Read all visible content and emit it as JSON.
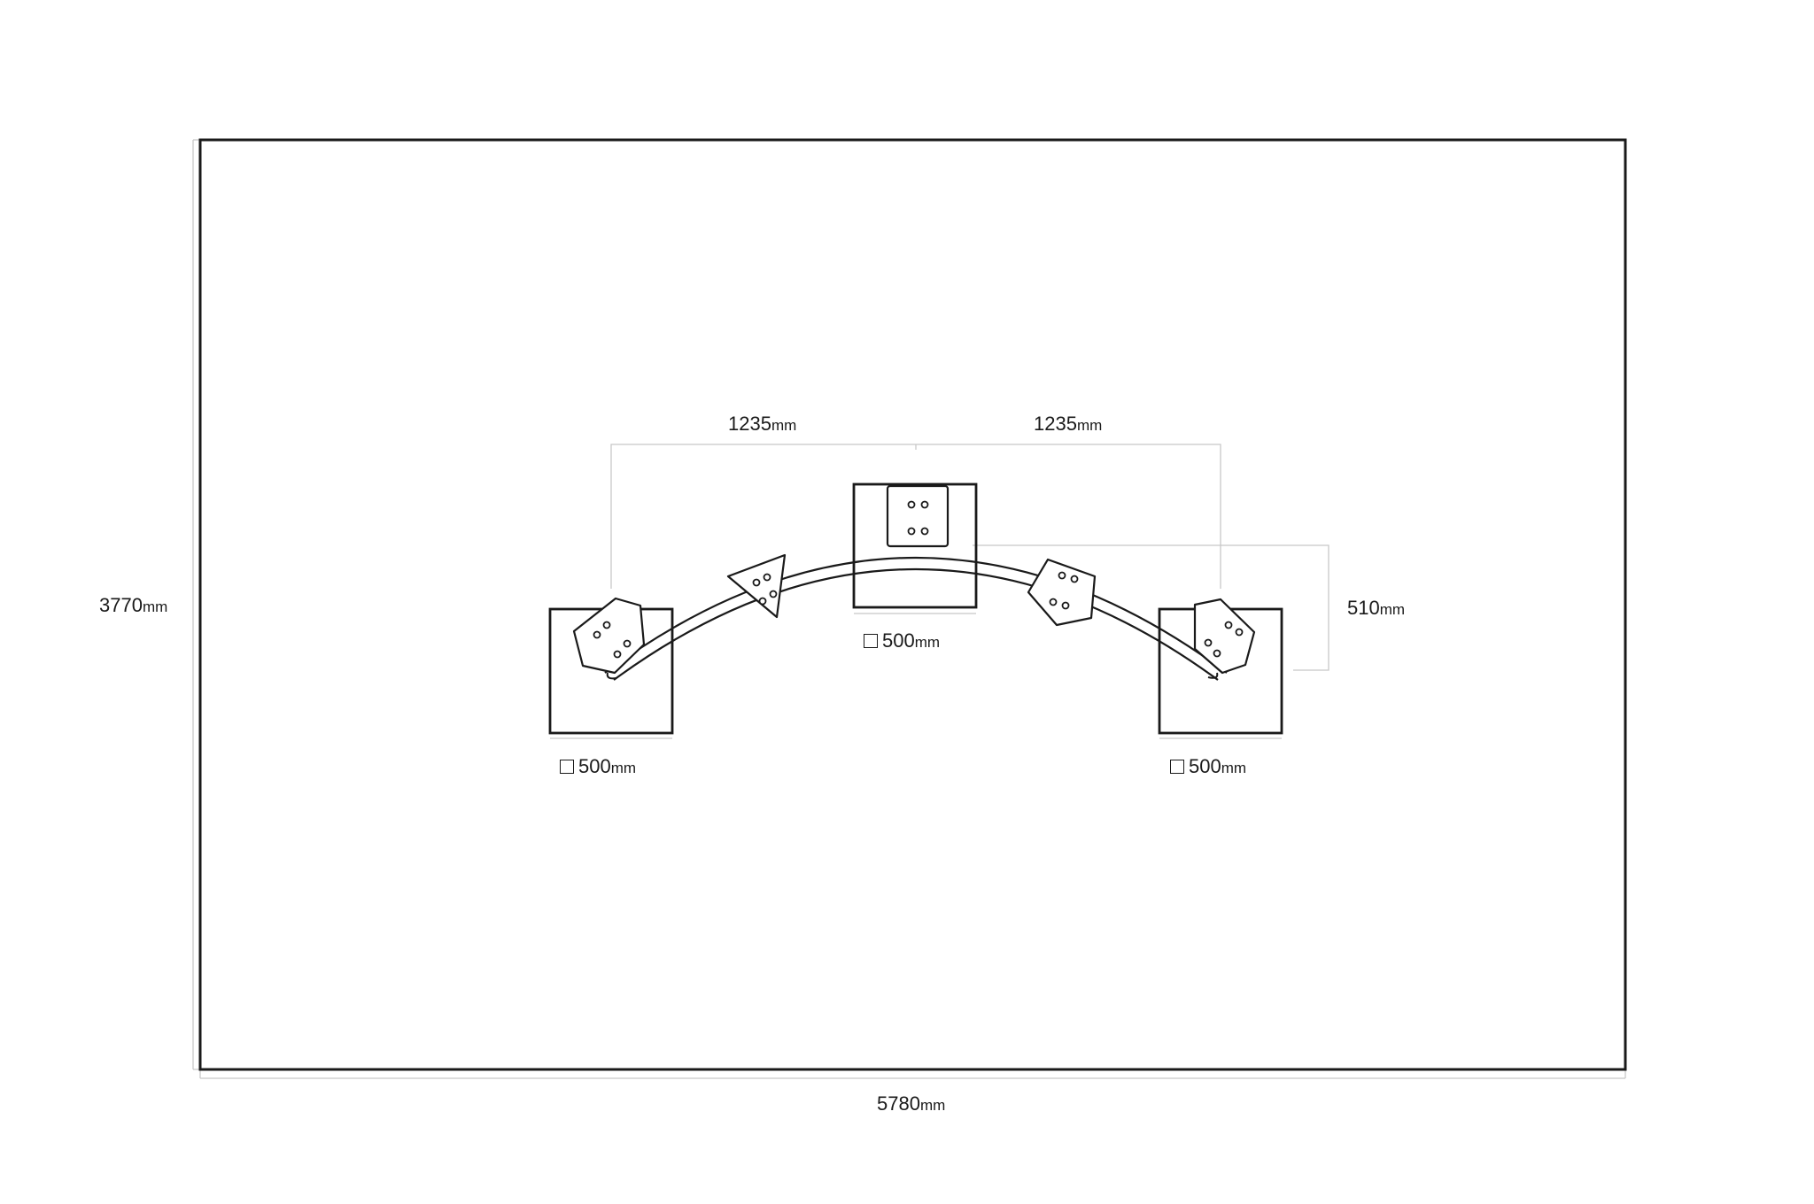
{
  "dimensions": {
    "total_width": {
      "value": "5780",
      "unit": "mm"
    },
    "total_height": {
      "value": "3770",
      "unit": "mm"
    },
    "spacing_left": {
      "value": "1235",
      "unit": "mm"
    },
    "spacing_right": {
      "value": "1235",
      "unit": "mm"
    },
    "height_offset": {
      "value": "510",
      "unit": "mm"
    },
    "footing_left": {
      "value": "500",
      "unit": "mm"
    },
    "footing_center": {
      "value": "500",
      "unit": "mm"
    },
    "footing_right": {
      "value": "500",
      "unit": "mm"
    }
  },
  "colors": {
    "line": "#1a1a1a",
    "dimension_line": "#c8c8c8",
    "background": "#ffffff"
  }
}
